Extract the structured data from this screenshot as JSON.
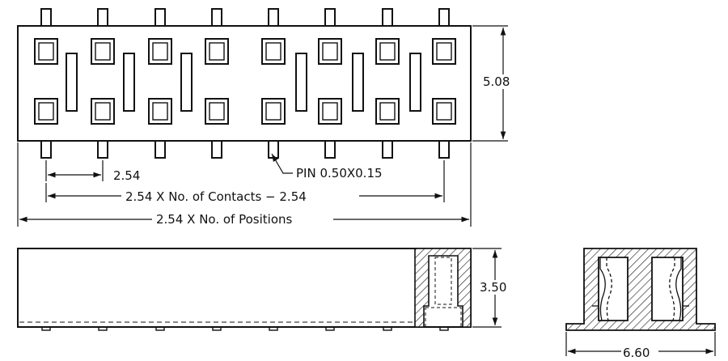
{
  "dimensions": {
    "height_top": "5.08",
    "pitch": "2.54",
    "pin": "PIN 0.50X0.15",
    "contacts": "2.54 X No. of Contacts − 2.54",
    "positions": "2.54 X No. of Positions",
    "height_side": "3.50",
    "width_end": "6.60"
  }
}
